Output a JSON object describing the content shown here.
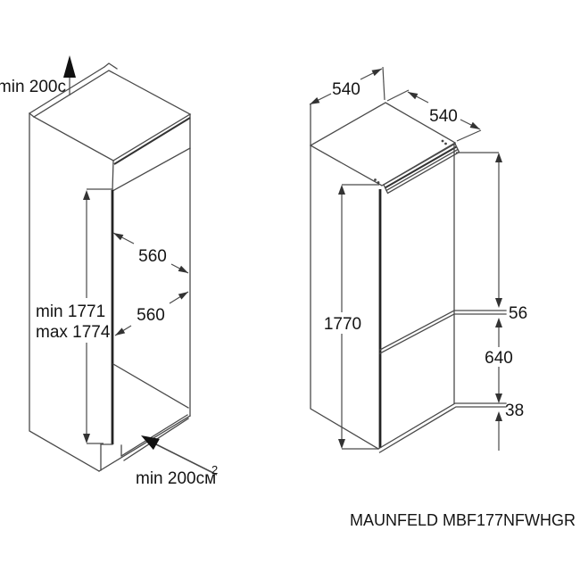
{
  "caption": "MAUNFELD MBF177NFWHGR",
  "colors": {
    "background": "#ffffff",
    "line": "#4a4a4a",
    "dark_edge": "#242424",
    "text": "#141414"
  },
  "niche": {
    "top_clearance": "min 200c",
    "depth_upper": "560",
    "depth_lower": "560",
    "height_min": "min 1771",
    "height_max": "max 1774",
    "vent_area": "min 200см",
    "vent_area_sup": "2"
  },
  "fridge": {
    "top_width": "540",
    "top_depth": "540",
    "height": "1770",
    "door_gap": "56",
    "freezer_door": "640",
    "plinth": "38"
  }
}
